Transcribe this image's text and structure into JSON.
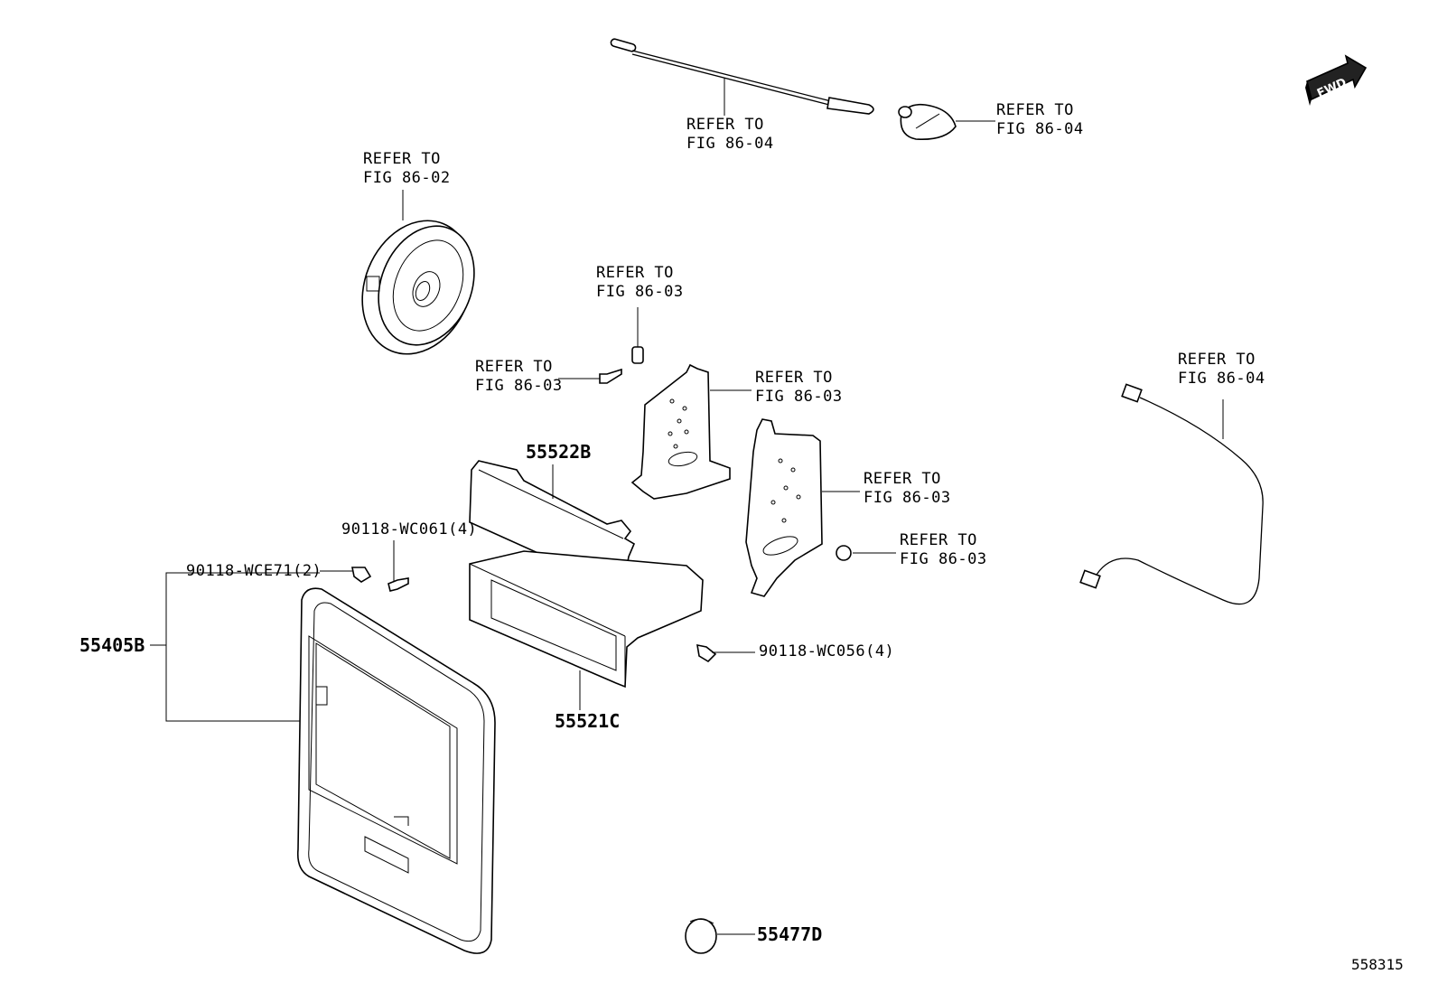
{
  "diagram": {
    "refs": [
      {
        "line1": "REFER TO",
        "line2": "FIG 86-02"
      },
      {
        "line1": "REFER TO",
        "line2": "FIG 86-04"
      },
      {
        "line1": "REFER TO",
        "line2": "FIG 86-04"
      },
      {
        "line1": "REFER TO",
        "line2": "FIG 86-03"
      },
      {
        "line1": "REFER TO",
        "line2": "FIG 86-03"
      },
      {
        "line1": "REFER TO",
        "line2": "FIG 86-03"
      },
      {
        "line1": "REFER TO",
        "line2": "FIG 86-03"
      },
      {
        "line1": "REFER TO",
        "line2": "FIG 86-03"
      },
      {
        "line1": "REFER TO",
        "line2": "FIG 86-04"
      }
    ],
    "parts": {
      "p55522B": "55522B",
      "p55521C": "55521C",
      "p55405B": "55405B",
      "p55477D": "55477D",
      "screw_wc061": "90118-WC061(4)",
      "clip_wce71": "90118-WCE71(2)",
      "screw_wc056": "90118-WC056(4)"
    },
    "fwd_label": "FWD",
    "figure_id": "558315"
  }
}
